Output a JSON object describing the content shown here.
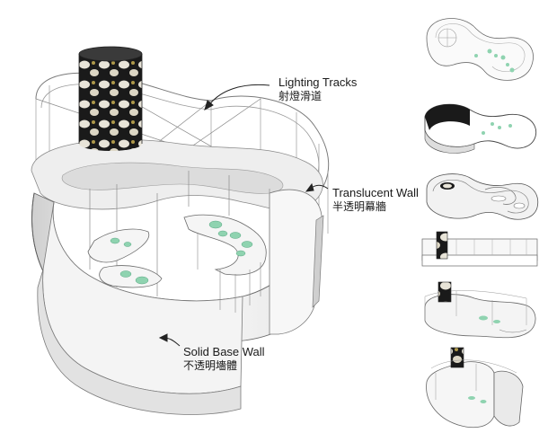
{
  "annotations": {
    "lighting_tracks": {
      "en": "Lighting Tracks",
      "zh": "射燈滑道"
    },
    "translucent_wall": {
      "en": "Translucent Wall",
      "zh": "半透明幕牆"
    },
    "solid_base_wall": {
      "en": "Solid Base Wall",
      "zh": "不透明墻體"
    }
  },
  "colors": {
    "wall_white": "#ffffff",
    "wall_shade": "#d9d9d9",
    "wall_dark": "#b5b5b5",
    "outline": "#6a6a6a",
    "accent_green": "#8fd3b0",
    "cylinder_black": "#1a1a1a",
    "cylinder_spot": "#e8e4d8"
  },
  "views": [
    "main-axonometric",
    "plan-view",
    "top-axonometric-dark",
    "top-axonometric-light",
    "elevation",
    "axonometric-with-cylinder",
    "axonometric-small"
  ]
}
